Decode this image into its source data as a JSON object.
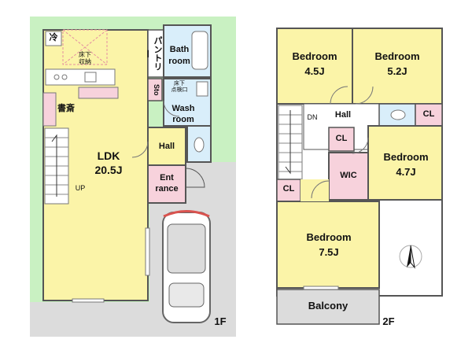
{
  "floor1": {
    "floor_label": "1F",
    "ldk": {
      "name": "LDK",
      "size": "20.5J"
    },
    "fridge": "冷",
    "underfloor_storage": "床下\n収納",
    "study": "書斎",
    "up": "UP",
    "pantry": "パントリー",
    "bath": {
      "line1": "Bath",
      "line2": "room"
    },
    "storage": "Sto",
    "underfloor_hatch": "床下\n点検口",
    "wash": {
      "line1": "Wash",
      "line2": "room"
    },
    "hall": "Hall",
    "entrance": {
      "line1": "Ent",
      "line2": "rance"
    }
  },
  "floor2": {
    "floor_label": "2F",
    "bedroom_ne_left": {
      "name": "Bedroom",
      "size": "4.5J"
    },
    "bedroom_ne_right": {
      "name": "Bedroom",
      "size": "5.2J"
    },
    "bedroom_east": {
      "name": "Bedroom",
      "size": "4.7J"
    },
    "bedroom_south": {
      "name": "Bedroom",
      "size": "7.5J"
    },
    "dn": "DN",
    "hall": "Hall",
    "cl_toilet": "CL",
    "cl_mid": "CL",
    "cl_left": "CL",
    "wic": "WIC",
    "balcony": "Balcony"
  },
  "colors": {
    "garden": "#c9f1c2",
    "room": "#fbf4a8",
    "wet": "#d9eefa",
    "closet": "#f7d2dc",
    "parking": "#dcdcdc",
    "wall": "#555555"
  }
}
